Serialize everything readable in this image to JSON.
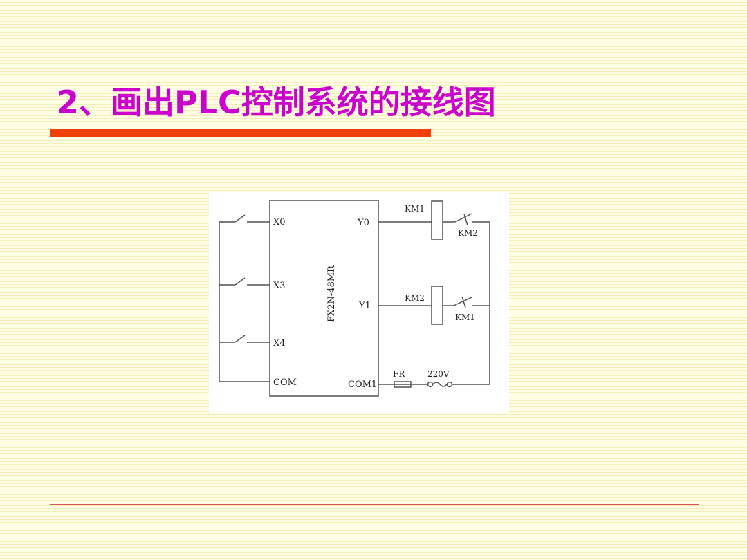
{
  "slide": {
    "title": "2、画出PLC控制系统的接线图"
  },
  "diagram": {
    "plc_model": "FX2N-48MR",
    "inputs": {
      "x0": "X0",
      "x3": "X3",
      "x4": "X4",
      "com": "COM"
    },
    "outputs": {
      "y0": "Y0",
      "y1": "Y1",
      "com1": "COM1"
    },
    "coil_1": {
      "label": "KM1",
      "interlock_contact": "KM2"
    },
    "coil_2": {
      "label": "KM2",
      "interlock_contact": "KM1"
    },
    "fuse": "FR",
    "supply": "220V"
  },
  "colors": {
    "title": "#cc00cc",
    "title_bar": "#f04008",
    "rule_line": "#e05050",
    "background": "#fffde6",
    "stripe": "#f4efb4",
    "wire": "#505050"
  }
}
